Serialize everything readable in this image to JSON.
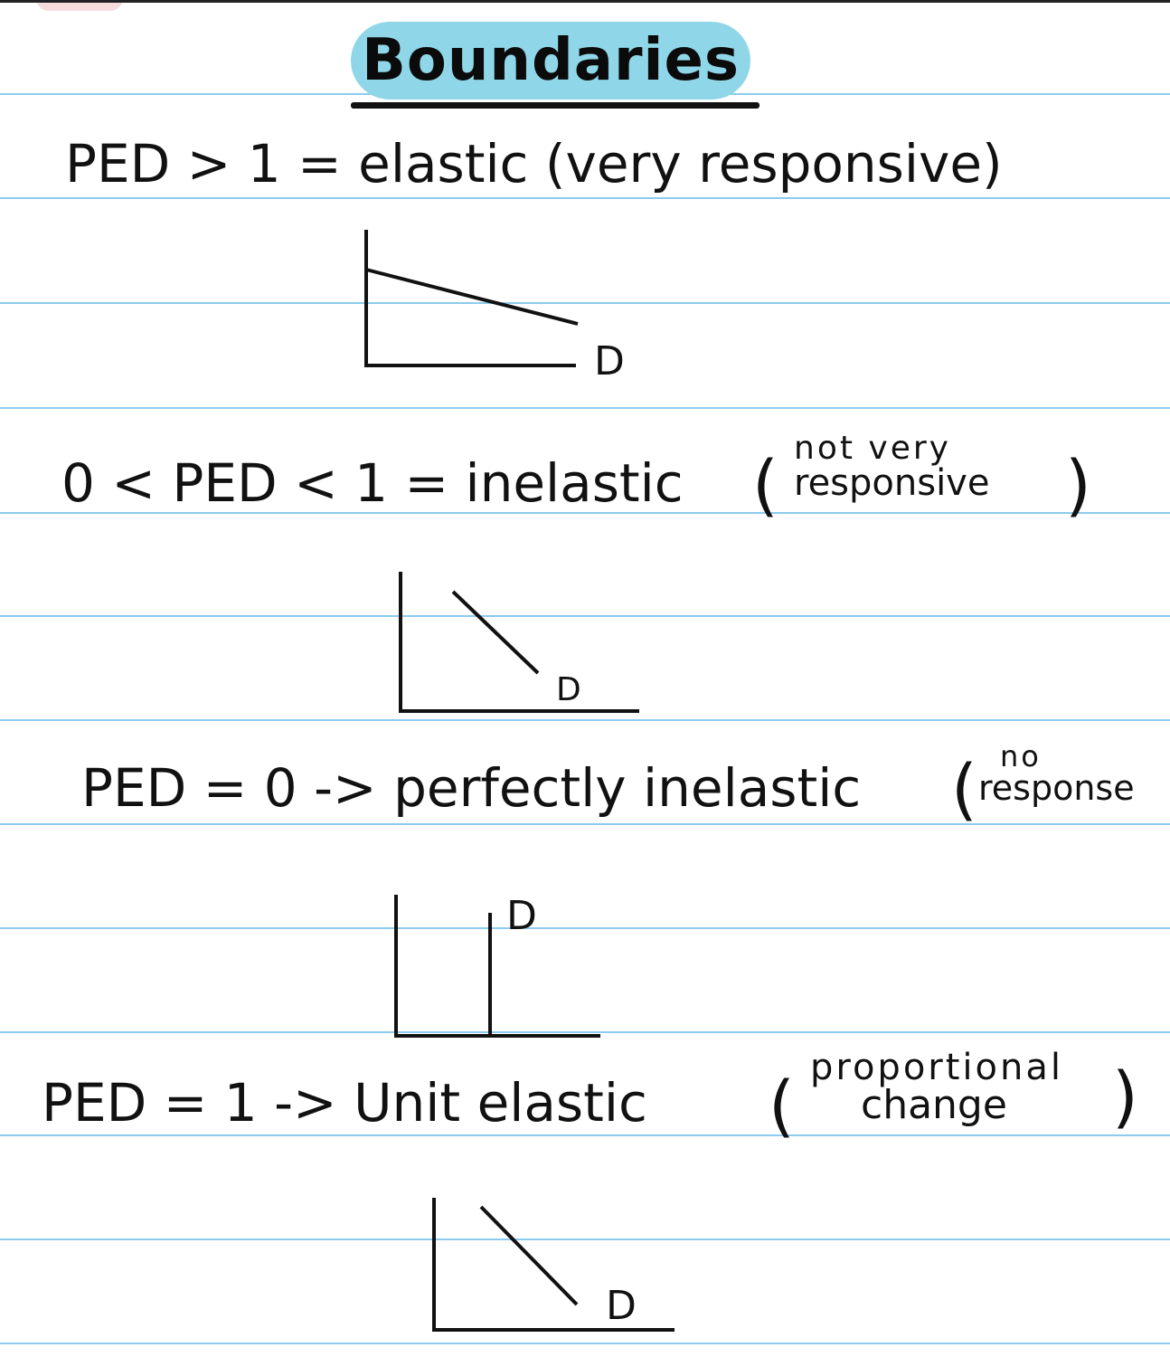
{
  "title": "Boundaries",
  "colors": {
    "ruled_line": "#8ccbef",
    "title_highlight": "#8fd7e8",
    "ink": "#111111"
  },
  "entries": [
    {
      "condition": "PED > 1 =",
      "classification": "elastic",
      "note": "(very responsive)",
      "graph": {
        "curve_label": "D",
        "shape": "flat-downward-slope"
      }
    },
    {
      "condition": "0 < PED < 1 =",
      "classification": "inelastic",
      "note_top": "not very",
      "note_bottom": "responsive",
      "graph": {
        "curve_label": "D",
        "shape": "steep-downward-slope"
      }
    },
    {
      "condition": "PED = 0 ->",
      "classification": "perfectly inelastic",
      "note_top": "no",
      "note_bottom": "response",
      "graph": {
        "curve_label": "D",
        "shape": "vertical"
      }
    },
    {
      "condition": "PED = 1 ->",
      "classification": "Unit elastic",
      "note_top": "proportional",
      "note_bottom": "change",
      "graph": {
        "curve_label": "D",
        "shape": "45-degree-slope"
      }
    }
  ]
}
